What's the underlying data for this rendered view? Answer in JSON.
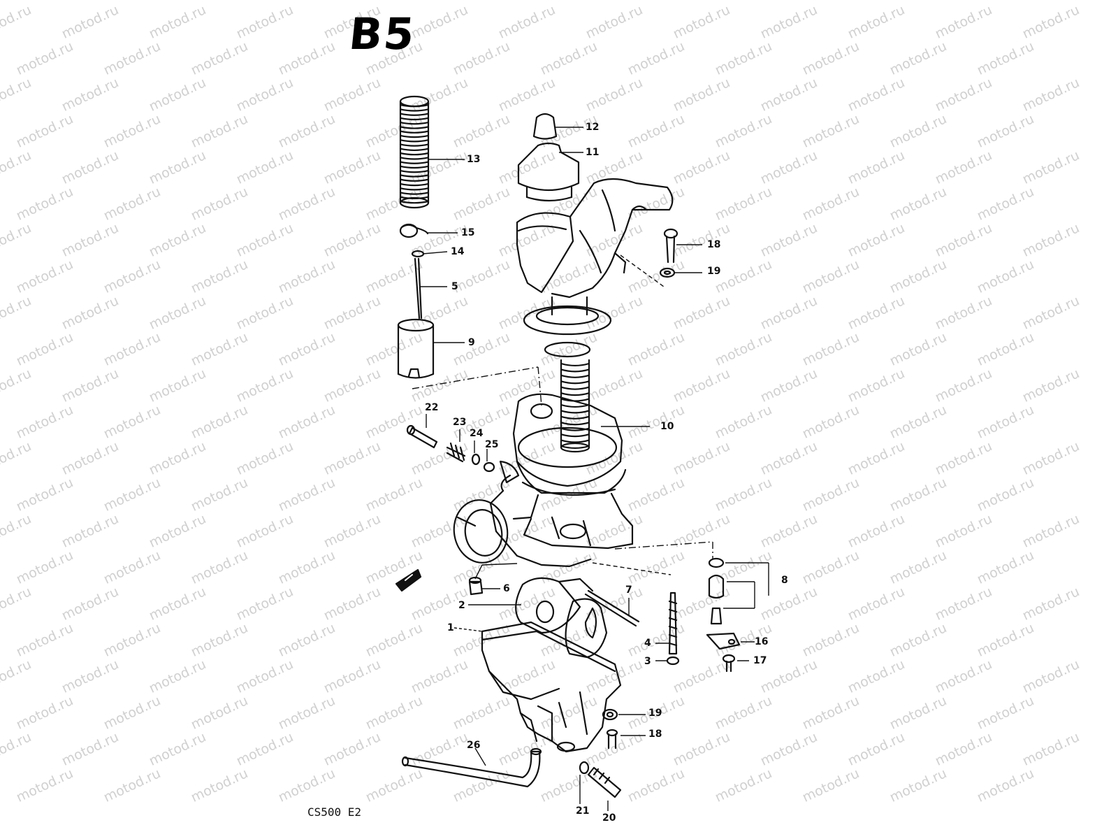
{
  "diagram": {
    "title": "B5",
    "model_code": "CS500 E2",
    "watermark": "motod.ru",
    "callouts": [
      "1",
      "2",
      "3",
      "4",
      "5",
      "6",
      "7",
      "8",
      "9",
      "10",
      "11",
      "12",
      "13",
      "14",
      "15",
      "16",
      "17",
      "18",
      "19",
      "20",
      "21",
      "22",
      "23",
      "24",
      "25",
      "26"
    ]
  }
}
